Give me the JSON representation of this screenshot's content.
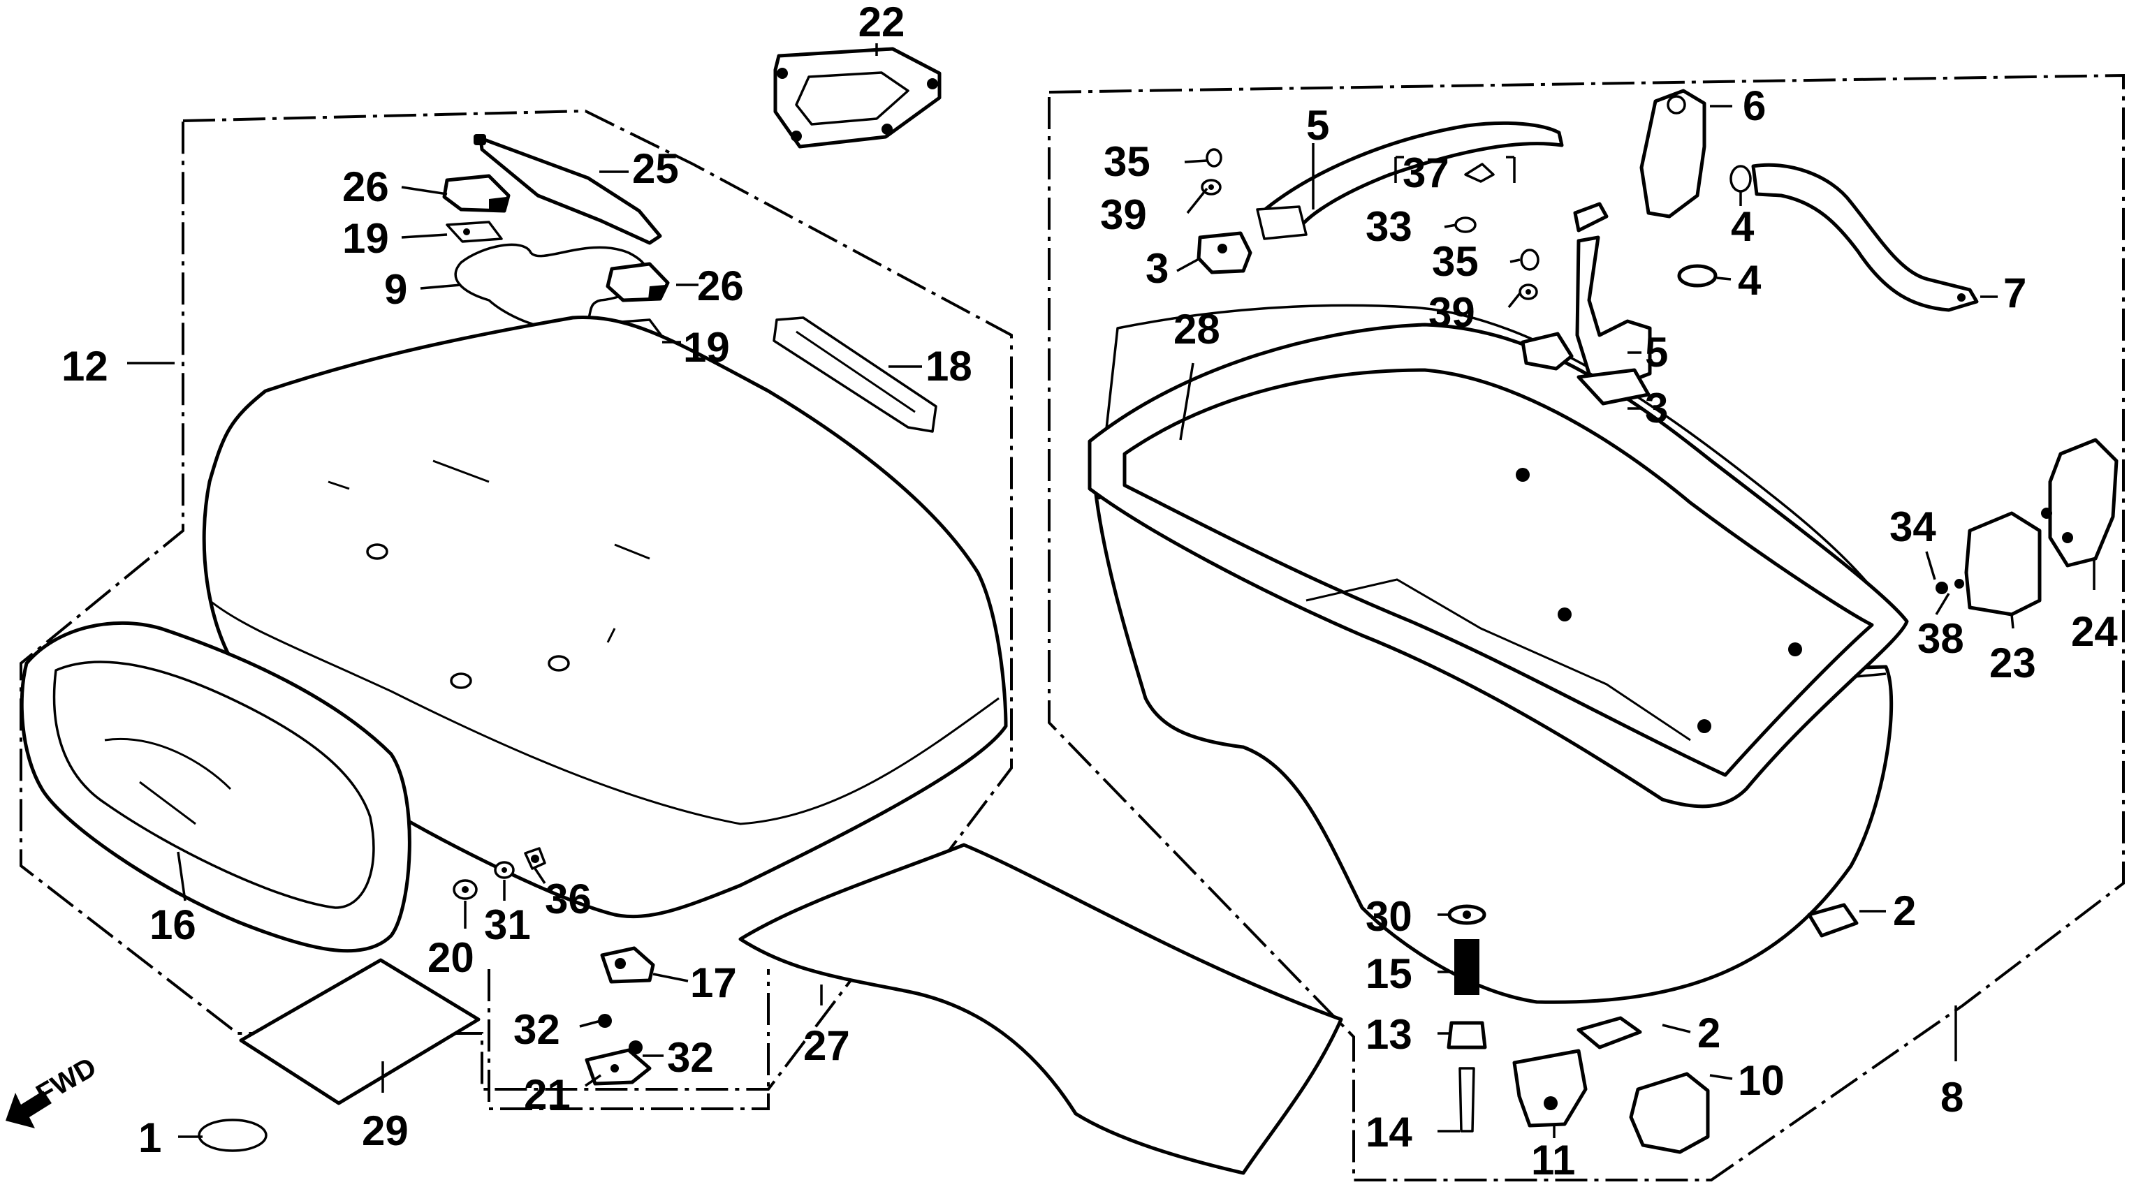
{
  "callouts": {
    "p1": "1",
    "p2a": "2",
    "p2b": "2",
    "p3a": "3",
    "p3b": "3",
    "p4a": "4",
    "p4b": "4",
    "p5a": "5",
    "p5b": "5",
    "p6": "6",
    "p7": "7",
    "p8": "8",
    "p9": "9",
    "p10": "10",
    "p11": "11",
    "p12": "12",
    "p13": "13",
    "p14": "14",
    "p15": "15",
    "p16": "16",
    "p17": "17",
    "p18": "18",
    "p19a": "19",
    "p19b": "19",
    "p20": "20",
    "p21": "21",
    "p22": "22",
    "p23": "23",
    "p24": "24",
    "p25": "25",
    "p26a": "26",
    "p26b": "26",
    "p27": "27",
    "p28": "28",
    "p29": "29",
    "p30": "30",
    "p31": "31",
    "p32a": "32",
    "p32b": "32",
    "p33": "33",
    "p34": "34",
    "p35a": "35",
    "p35b": "35",
    "p36": "36",
    "p37": "37",
    "p38": "38",
    "p39a": "39",
    "p39b": "39"
  },
  "direction": {
    "label": "FWD"
  }
}
